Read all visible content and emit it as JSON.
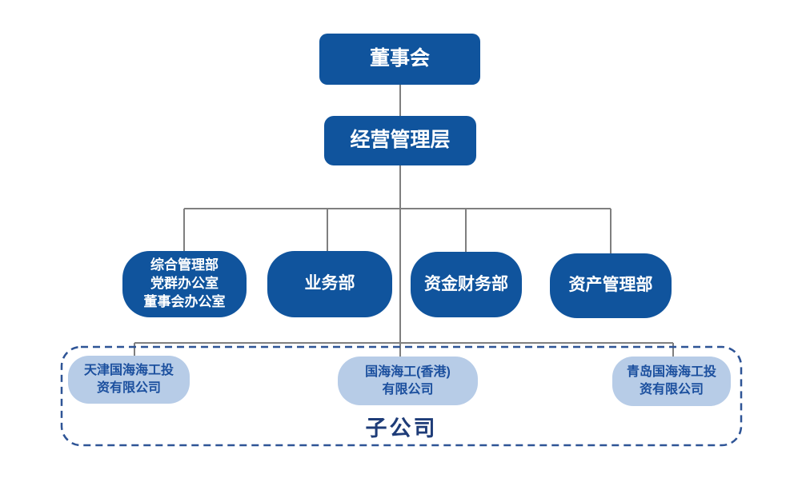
{
  "org_chart": {
    "board": {
      "label": "董事会"
    },
    "management": {
      "label": "经营管理层"
    },
    "departments": [
      {
        "label": "综合管理部\n党群办公室\n董事会办公室"
      },
      {
        "label": "业务部"
      },
      {
        "label": "资金财务部"
      },
      {
        "label": "资产管理部"
      }
    ],
    "subsidiaries_group": {
      "label": "子公司",
      "items": [
        {
          "label": "天津国海海工投\n资有限公司"
        },
        {
          "label": "国海海工(香港)\n有限公司"
        },
        {
          "label": "青岛国海海工投\n资有限公司"
        }
      ]
    }
  },
  "colors": {
    "dark_box_fill": "#10549D",
    "dark_box_text": "#FFFFFF",
    "light_box_fill": "#B7CCE7",
    "light_box_text": "#1B4F9E",
    "group_label_text": "#1E3C78",
    "dashed_border": "#2E5496",
    "connector_line": "#7F7F7F",
    "background": "#FFFFFF"
  }
}
